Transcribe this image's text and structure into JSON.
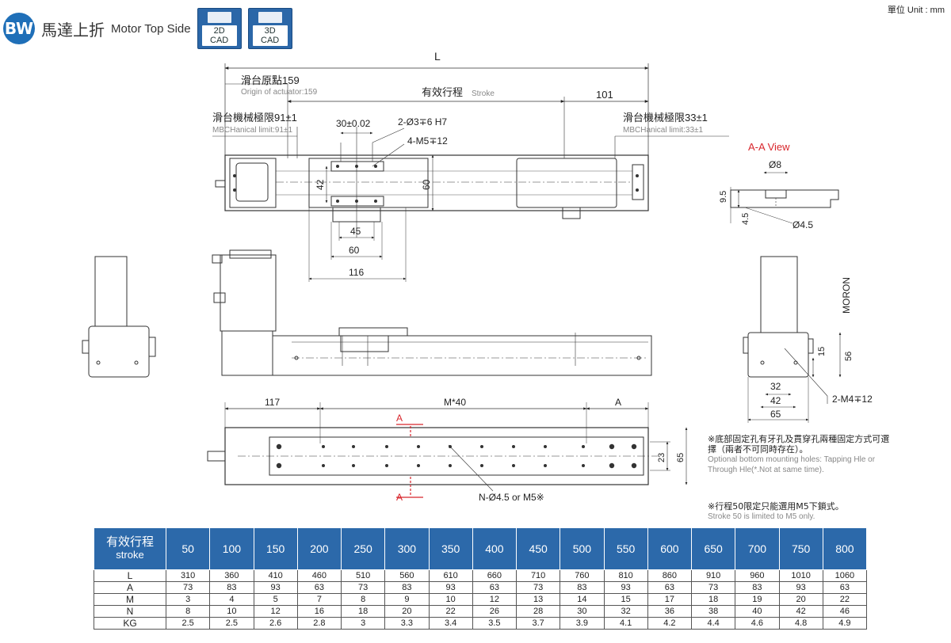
{
  "header": {
    "badge": "BW",
    "title_cn": "馬達上折",
    "title_en": "Motor Top Side",
    "cad_2d_top": "2D",
    "cad_2d_bottom": "CAD",
    "cad_3d_top": "3D",
    "cad_3d_bottom": "CAD",
    "unit": "單位 Unit : mm"
  },
  "drawing": {
    "L": "L",
    "origin_cn": "滑台原點159",
    "origin_en": "Origin of actuator:159",
    "stroke_cn": "有效行程",
    "stroke_en": "Stroke",
    "dim_101": "101",
    "mech_left_cn": "滑台機械極限91±1",
    "mech_left_en": "MBCHanical limit:91±1",
    "mech_right_cn": "滑台機械極限33±1",
    "mech_right_en": "MBCHanical limit:33±1",
    "dim_30": "30±0.02",
    "hole_dowel": "2-Ø3∓6 H7",
    "hole_m5": "4-M5∓12",
    "dim_42": "42",
    "dim_60v": "60",
    "dim_45": "45",
    "dim_60": "60",
    "dim_116": "116",
    "aa_view": "A-A View",
    "aa_8": "Ø8",
    "aa_95": "9.5",
    "aa_45v": "4.5",
    "aa_45d": "Ø4.5",
    "moron": "MORON",
    "side_15": "15",
    "side_56": "56",
    "side_32": "32",
    "side_42": "42",
    "side_65": "65",
    "side_m4": "2-M4∓12",
    "bot_117": "117",
    "bot_m40": "M*40",
    "bot_A": "A",
    "sec_A1": "A",
    "sec_A2": "A",
    "bot_23": "23",
    "bot_65": "65",
    "bot_holes": "N-Ø4.5 or M5※"
  },
  "notes": {
    "note1_cn": "※底部固定孔有牙孔及貫穿孔兩種固定方式可選擇（兩者不可同時存在）。",
    "note1_en": "Optional bottom mounting holes: Tapping Hle or Through Hle(*.Not at same time).",
    "note2_cn": "※行程50限定只能選用M5下鎖式。",
    "note2_en": "Stroke 50 is limited to M5 only."
  },
  "table": {
    "header_cn": "有效行程",
    "header_en": "stroke",
    "strokes": [
      "50",
      "100",
      "150",
      "200",
      "250",
      "300",
      "350",
      "400",
      "450",
      "500",
      "550",
      "600",
      "650",
      "700",
      "750",
      "800"
    ],
    "rows": [
      {
        "label": "L",
        "values": [
          "310",
          "360",
          "410",
          "460",
          "510",
          "560",
          "610",
          "660",
          "710",
          "760",
          "810",
          "860",
          "910",
          "960",
          "1010",
          "1060"
        ]
      },
      {
        "label": "A",
        "values": [
          "73",
          "83",
          "93",
          "63",
          "73",
          "83",
          "93",
          "63",
          "73",
          "83",
          "93",
          "63",
          "73",
          "83",
          "93",
          "63"
        ]
      },
      {
        "label": "M",
        "values": [
          "3",
          "4",
          "5",
          "7",
          "8",
          "9",
          "10",
          "12",
          "13",
          "14",
          "15",
          "17",
          "18",
          "19",
          "20",
          "22"
        ]
      },
      {
        "label": "N",
        "values": [
          "8",
          "10",
          "12",
          "16",
          "18",
          "20",
          "22",
          "26",
          "28",
          "30",
          "32",
          "36",
          "38",
          "40",
          "42",
          "46"
        ]
      },
      {
        "label": "KG",
        "values": [
          "2.5",
          "2.5",
          "2.6",
          "2.8",
          "3",
          "3.3",
          "3.4",
          "3.5",
          "3.7",
          "3.9",
          "4.1",
          "4.2",
          "4.4",
          "4.6",
          "4.8",
          "4.9"
        ]
      }
    ]
  },
  "colors": {
    "brand_blue": "#2c69aa",
    "badge_blue": "#1f6fb8",
    "section_red": "#d8262c"
  }
}
